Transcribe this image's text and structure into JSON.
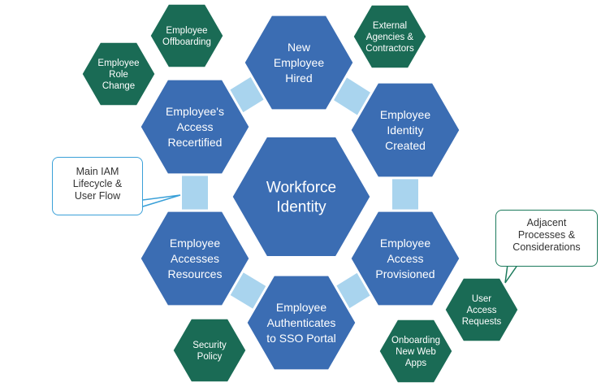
{
  "diagram": {
    "center": {
      "lines": [
        "Workforce",
        "Identity"
      ]
    },
    "lifecycle": [
      {
        "id": "new-employee-hired",
        "lines": [
          "New",
          "Employee",
          "Hired"
        ]
      },
      {
        "id": "employee-identity-created",
        "lines": [
          "Employee",
          "Identity",
          "Created"
        ]
      },
      {
        "id": "employee-access-provisioned",
        "lines": [
          "Employee",
          "Access",
          "Provisioned"
        ]
      },
      {
        "id": "employee-authenticates-sso",
        "lines": [
          "Employee",
          "Authenticates",
          "to SSO Portal"
        ]
      },
      {
        "id": "employee-accesses-resources",
        "lines": [
          "Employee",
          "Accesses",
          "Resources"
        ]
      },
      {
        "id": "employee-access-recertified",
        "lines": [
          "Employee's",
          "Access",
          "Recertified"
        ]
      }
    ],
    "adjacent": [
      {
        "id": "employee-offboarding",
        "lines": [
          "Employee",
          "Offboarding"
        ]
      },
      {
        "id": "employee-role-change",
        "lines": [
          "Employee",
          "Role",
          "Change"
        ]
      },
      {
        "id": "external-agencies",
        "lines": [
          "External",
          "Agencies &",
          "Contractors"
        ]
      },
      {
        "id": "user-access-requests",
        "lines": [
          "User",
          "Access",
          "Requests"
        ]
      },
      {
        "id": "onboarding-new-web-apps",
        "lines": [
          "Onboarding",
          "New Web",
          "Apps"
        ]
      },
      {
        "id": "security-policy",
        "lines": [
          "Security",
          "Policy"
        ]
      }
    ],
    "colors": {
      "lifecycle_fill": "#3b6db3",
      "adjacent_fill": "#1a6b55",
      "connector": "#a9d4ee",
      "hex_outline": "#ffffff"
    }
  },
  "callouts": {
    "main_lines": [
      "Main IAM",
      "Lifecycle &",
      "User Flow"
    ],
    "adjacent_lines": [
      "Adjacent",
      "Processes &",
      "Considerations"
    ]
  }
}
